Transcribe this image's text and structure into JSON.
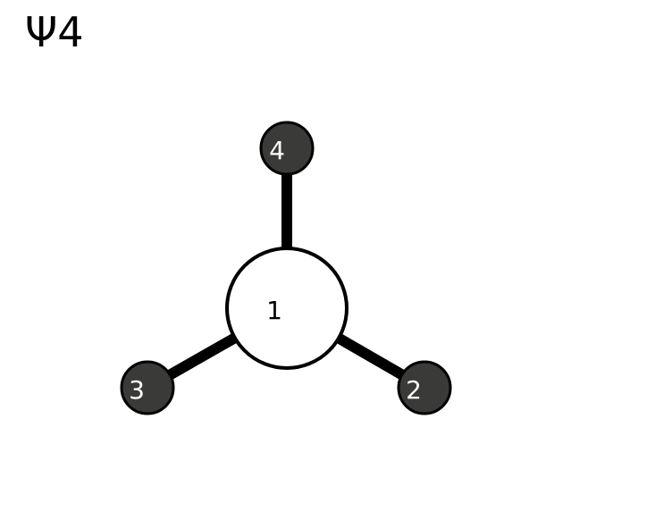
{
  "diagram": {
    "title": "Ψ4",
    "colors": {
      "edge": "#000000",
      "center_fill": "#ffffff",
      "center_stroke": "#000000",
      "center_label": "#000000",
      "leaf_fill": "#3a3a38",
      "leaf_stroke": "#000000",
      "leaf_label": "#ffffff"
    },
    "center": {
      "label": "1"
    },
    "leaves": [
      {
        "label": "4"
      },
      {
        "label": "2"
      },
      {
        "label": "3"
      }
    ],
    "edges": [
      {
        "from": "1",
        "to": "4"
      },
      {
        "from": "1",
        "to": "2"
      },
      {
        "from": "1",
        "to": "3"
      }
    ]
  }
}
